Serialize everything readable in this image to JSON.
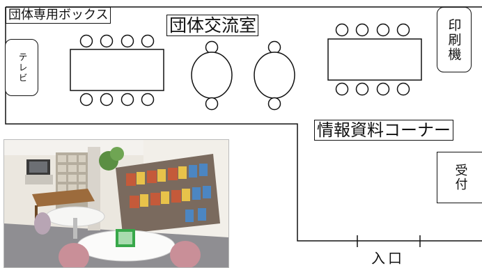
{
  "labels": {
    "group_box": "団体専用ボックス",
    "group_room": "団体交流室",
    "tv": "テレビ",
    "printer": "印刷機",
    "info_corner": "情報資料コーナー",
    "reception": "受付",
    "entrance": "入口"
  },
  "colors": {
    "line": "#111111",
    "background": "#ffffff"
  }
}
